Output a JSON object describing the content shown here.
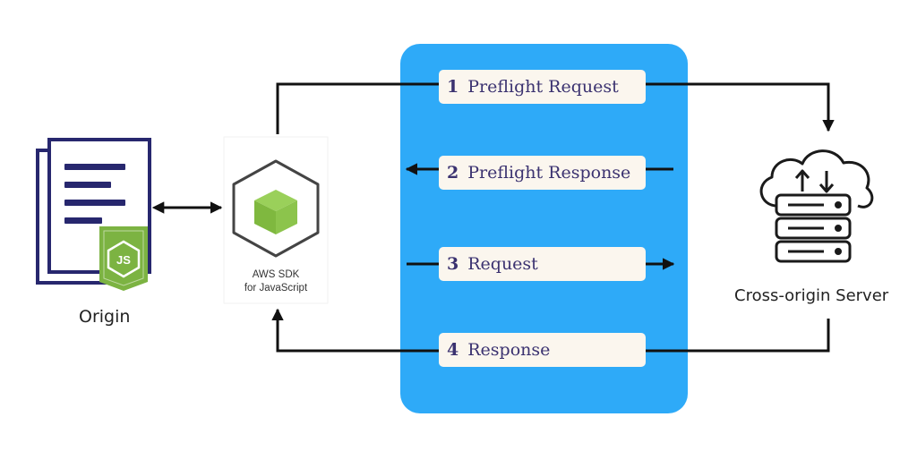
{
  "origin": {
    "label": "Origin",
    "badge_icon": "nodejs-icon"
  },
  "sdk": {
    "line1": "AWS SDK",
    "line2": "for JavaScript",
    "icon": "cube-icon"
  },
  "server": {
    "label": "Cross-origin Server",
    "icon": "cloud-server-icon"
  },
  "steps": [
    {
      "num": "1",
      "text": "Preflight Request"
    },
    {
      "num": "2",
      "text": "Preflight Response"
    },
    {
      "num": "3",
      "text": "Request"
    },
    {
      "num": "4",
      "text": "Response"
    }
  ],
  "colors": {
    "panel": "#2eaaf8",
    "label_bg": "#fbf6ee",
    "label_text": "#3b3270",
    "document": "#27276e",
    "nodejs": "#7cb342",
    "cube": "#83c341",
    "arrow": "#111111"
  }
}
